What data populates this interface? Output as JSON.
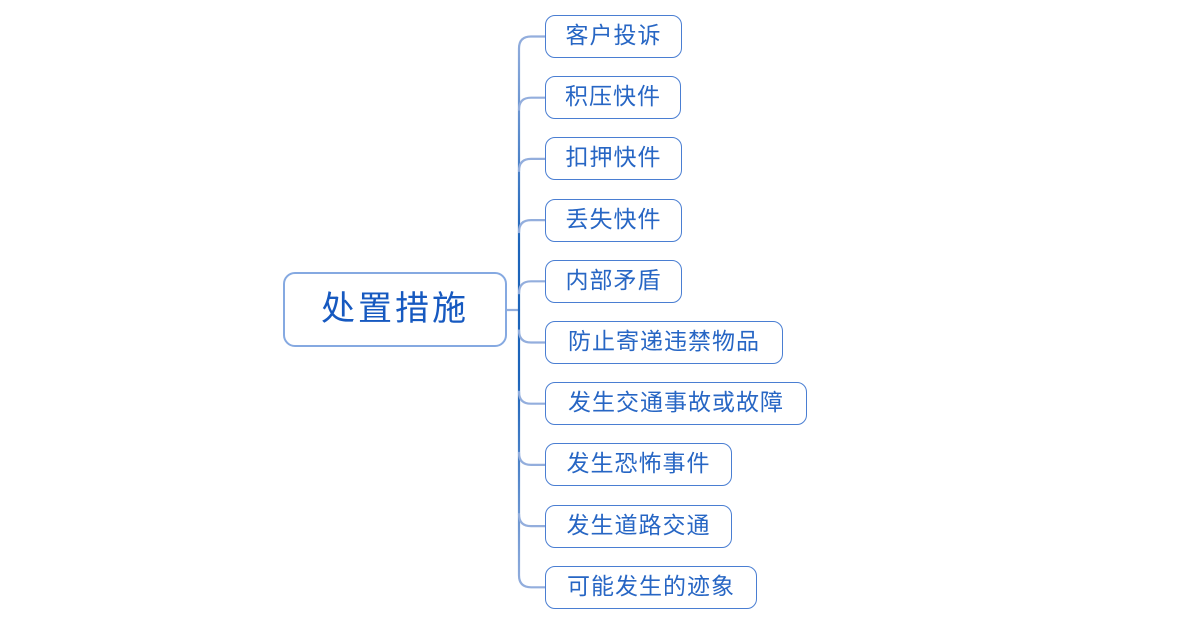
{
  "diagram": {
    "type": "mindmap",
    "direction": "right",
    "root": {
      "label": "处置措施"
    },
    "children": [
      {
        "label": "客户投诉"
      },
      {
        "label": "积压快件"
      },
      {
        "label": "扣押快件"
      },
      {
        "label": "丢失快件"
      },
      {
        "label": "内部矛盾"
      },
      {
        "label": "防止寄递违禁物品"
      },
      {
        "label": "发生交通事故或故障"
      },
      {
        "label": "发生恐怖事件"
      },
      {
        "label": "发生道路交通"
      },
      {
        "label": "可能发生的迹象"
      }
    ],
    "colors": {
      "background": "#ffffff",
      "trunk_dark": "#1c64ba",
      "branch_light": "#93aedd",
      "child_border": "#4a7ed2",
      "child_text": "#2766c4",
      "root_border": "#85a9e1",
      "root_text": "#1659c0"
    }
  }
}
